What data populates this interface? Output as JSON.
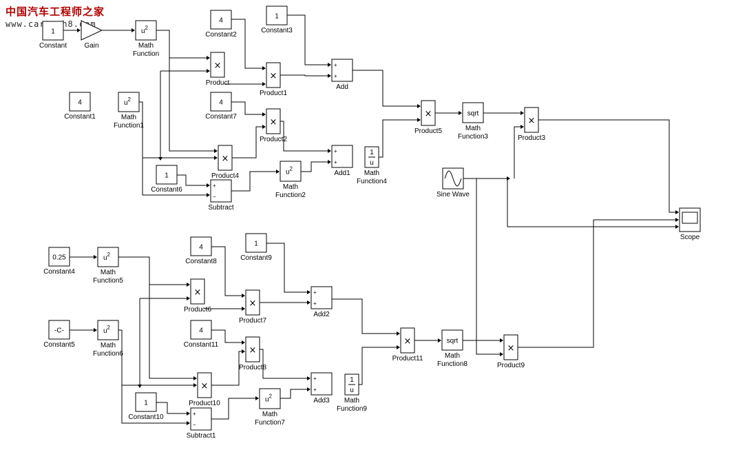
{
  "watermark": {
    "line1": "中国汽车工程师之家",
    "line2": "www.cartech8.com"
  },
  "diagram": {
    "blocks": [
      {
        "id": "constant",
        "label": "Constant",
        "kind": "const",
        "text": "1"
      },
      {
        "id": "gain",
        "label": "Gain",
        "kind": "gain",
        "text": ""
      },
      {
        "id": "mf",
        "label": "Math\nFunction",
        "kind": "sq"
      },
      {
        "id": "constant2",
        "label": "Constant2",
        "kind": "const",
        "text": "4"
      },
      {
        "id": "constant3",
        "label": "Constant3",
        "kind": "const",
        "text": "1"
      },
      {
        "id": "product",
        "label": "Product",
        "kind": "prod"
      },
      {
        "id": "product1",
        "label": "Product1",
        "kind": "prod"
      },
      {
        "id": "add",
        "label": "Add",
        "kind": "sum",
        "signs": [
          "+",
          "+"
        ]
      },
      {
        "id": "constant1",
        "label": "Constant1",
        "kind": "const",
        "text": "4"
      },
      {
        "id": "mf1",
        "label": "Math\nFunction1",
        "kind": "sq"
      },
      {
        "id": "constant7",
        "label": "Constant7",
        "kind": "const",
        "text": "4"
      },
      {
        "id": "product2",
        "label": "Product2",
        "kind": "prod"
      },
      {
        "id": "add1",
        "label": "Add1",
        "kind": "sum",
        "signs": [
          "+",
          "+"
        ]
      },
      {
        "id": "mf4",
        "label": "Math\nFunction4",
        "kind": "recip"
      },
      {
        "id": "product5",
        "label": "Product5",
        "kind": "prod"
      },
      {
        "id": "mf3",
        "label": "Math\nFunction3",
        "kind": "sqrt",
        "text": "sqrt"
      },
      {
        "id": "product3",
        "label": "Product3",
        "kind": "prod"
      },
      {
        "id": "product4",
        "label": "Product4",
        "kind": "prod"
      },
      {
        "id": "constant6",
        "label": "Constant6",
        "kind": "const",
        "text": "1"
      },
      {
        "id": "subtract",
        "label": "Subtract",
        "kind": "sum",
        "signs": [
          "+",
          "−"
        ]
      },
      {
        "id": "mf2",
        "label": "Math\nFunction2",
        "kind": "sq"
      },
      {
        "id": "sine",
        "label": "Sine Wave",
        "kind": "sine"
      },
      {
        "id": "scope",
        "label": "Scope",
        "kind": "scope"
      },
      {
        "id": "constant4",
        "label": "Constant4",
        "kind": "const",
        "text": "0.25"
      },
      {
        "id": "mf5",
        "label": "Math\nFunction5",
        "kind": "sq"
      },
      {
        "id": "constant8",
        "label": "Constant8",
        "kind": "const",
        "text": "4"
      },
      {
        "id": "constant9",
        "label": "Constant9",
        "kind": "const",
        "text": "1"
      },
      {
        "id": "product6",
        "label": "Product6",
        "kind": "prod"
      },
      {
        "id": "product7",
        "label": "Product7",
        "kind": "prod"
      },
      {
        "id": "add2",
        "label": "Add2",
        "kind": "sum",
        "signs": [
          "+",
          "+"
        ]
      },
      {
        "id": "constant5",
        "label": "Constant5",
        "kind": "const",
        "text": "-C-"
      },
      {
        "id": "mf6",
        "label": "Math\nFunction6",
        "kind": "sq"
      },
      {
        "id": "constant11",
        "label": "Constant11",
        "kind": "const",
        "text": "4"
      },
      {
        "id": "product8",
        "label": "Product8",
        "kind": "prod"
      },
      {
        "id": "add3",
        "label": "Add3",
        "kind": "sum",
        "signs": [
          "+",
          "+"
        ]
      },
      {
        "id": "mf9",
        "label": "Math\nFunction9",
        "kind": "recip"
      },
      {
        "id": "product11",
        "label": "Product11",
        "kind": "prod"
      },
      {
        "id": "mf8",
        "label": "Math\nFunction8",
        "kind": "sqrt",
        "text": "sqrt"
      },
      {
        "id": "product9",
        "label": "Product9",
        "kind": "prod"
      },
      {
        "id": "product10",
        "label": "Product10",
        "kind": "prod"
      },
      {
        "id": "constant10",
        "label": "Constant10",
        "kind": "const",
        "text": "1"
      },
      {
        "id": "subtract1",
        "label": "Subtract1",
        "kind": "sum",
        "signs": [
          "+",
          "−"
        ]
      },
      {
        "id": "mf7",
        "label": "Math\nFunction7",
        "kind": "sq"
      }
    ]
  }
}
